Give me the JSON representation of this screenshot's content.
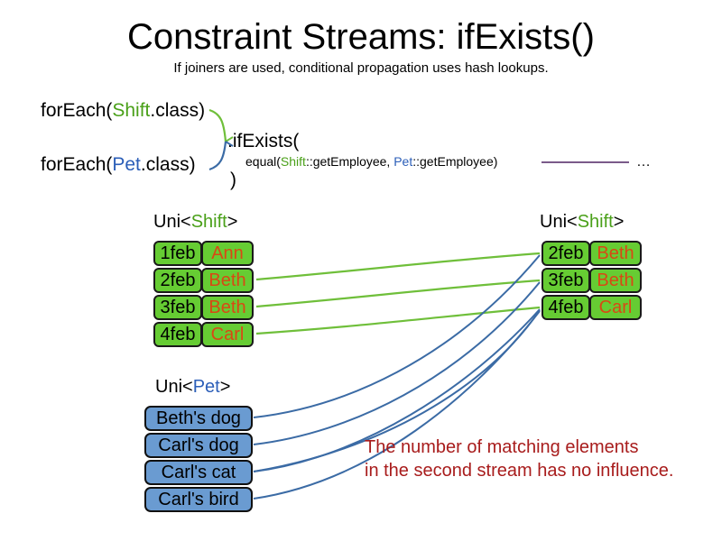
{
  "slide": {
    "title": "Constraint Streams: ifExists()",
    "subtitle": "If joiners are used, conditional propagation uses hash lookups."
  },
  "code": {
    "foreach_shift_prefix": "forEach(",
    "foreach_shift_type": "Shift",
    "foreach_shift_suffix": ".class)",
    "foreach_pet_prefix": "forEach(",
    "foreach_pet_type": "Pet",
    "foreach_pet_suffix": ".class)",
    "ifexists_open": ".ifExists(",
    "ifexists_close": ")",
    "equal_prefix": "equal(",
    "equal_left_type": "Shift",
    "equal_left_method": "::getEmployee, ",
    "equal_right_type": "Pet",
    "equal_right_method": "::getEmployee)",
    "ellipsis": "…"
  },
  "labels": {
    "shift_left": {
      "prefix": "Uni<",
      "type": "Shift",
      "suffix": ">"
    },
    "shift_right": {
      "prefix": "Uni<",
      "type": "Shift",
      "suffix": ">"
    },
    "pet": {
      "prefix": "Uni<",
      "type": "Pet",
      "suffix": ">"
    }
  },
  "shift_left_rows": [
    {
      "date": "1feb",
      "name": "Ann"
    },
    {
      "date": "2feb",
      "name": "Beth"
    },
    {
      "date": "3feb",
      "name": "Beth"
    },
    {
      "date": "4feb",
      "name": "Carl"
    }
  ],
  "shift_right_rows": [
    {
      "date": "2feb",
      "name": "Beth"
    },
    {
      "date": "3feb",
      "name": "Beth"
    },
    {
      "date": "4feb",
      "name": "Carl"
    }
  ],
  "pet_rows": [
    {
      "label": "Beth's dog"
    },
    {
      "label": "Carl's dog"
    },
    {
      "label": "Carl's cat"
    },
    {
      "label": "Carl's bird"
    }
  ],
  "note": {
    "line1": "The number of matching elements",
    "line2": "in the second stream has no influence."
  },
  "colors": {
    "shift_green_fill": "#66cc33",
    "shift_text_name": "#d94814",
    "pet_blue_fill": "#6a9bd1",
    "link_green": "#6fbf3a",
    "link_blue": "#3b6ba5",
    "note_red": "#a81c1c",
    "keyword_shift": "#4aa019",
    "keyword_pet": "#2b5eb8",
    "equal_rule": "#7a5a8a"
  }
}
